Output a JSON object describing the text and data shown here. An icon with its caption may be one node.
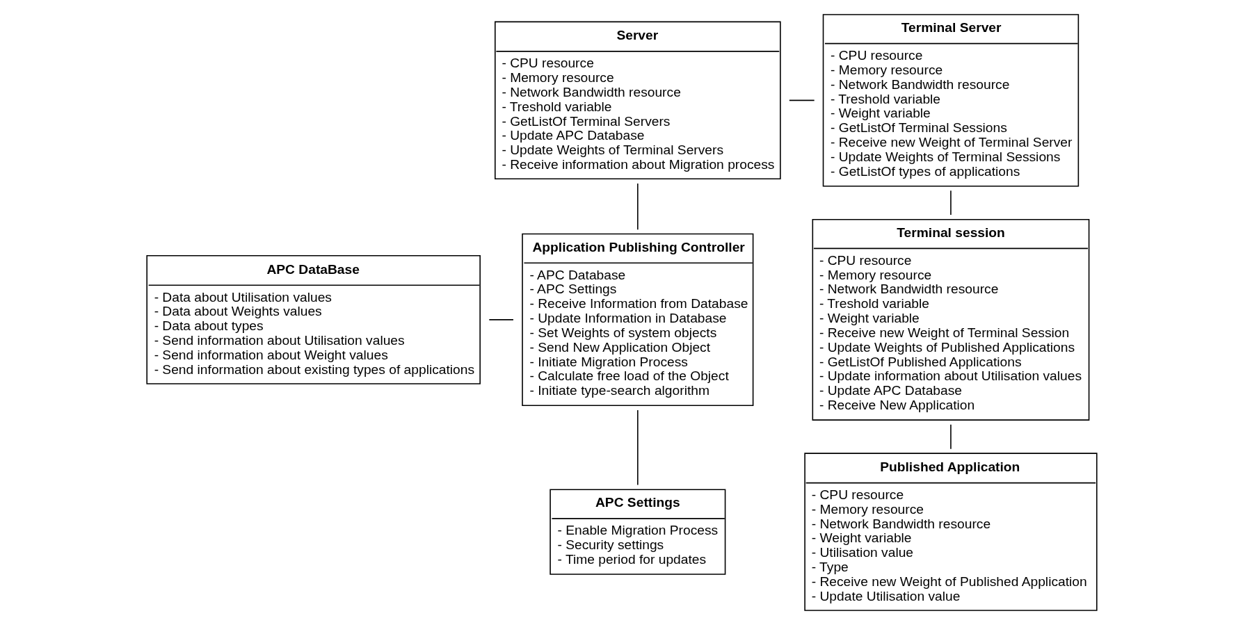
{
  "diagram": {
    "nodes": [
      {
        "text": [
          "Server",
          "- CPU resource",
          "- Memory resource",
          "- Network Bandwidth resource",
          "- Treshold variable",
          "- GetListOf Terminal Servers",
          "- Update APC Database",
          "- Update Weights of Terminal Servers",
          "- Receive information about Migration process"
        ]
      },
      {
        "text": [
          "Terminal Server",
          "- CPU resource",
          "- Memory resource",
          "- Network Bandwidth resource",
          "- Treshold variable",
          "- Weight variable",
          "- GetListOf Terminal Sessions",
          "- Receive new Weight of Terminal Server",
          "- Update Weights of Terminal Sessions",
          "- GetListOf types of applications"
        ]
      },
      {
        "text": [
          "APC DataBase",
          "- Data about Utilisation values",
          "- Data about Weights values",
          "- Data about types",
          "- Send information about Utilisation values",
          "- Send information about Weight values",
          "- Send information about existing types of applications"
        ]
      },
      {
        "text": [
          "Application Publishing Controller",
          "- APC Database",
          "- APC Settings",
          "- Receive Information from Database",
          "- Update Information in Database",
          "- Set Weights of system objects",
          "- Send New Application Object",
          "- Initiate Migration Process",
          "- Calculate free load of the Object",
          "- Initiate type-search algorithm"
        ]
      },
      {
        "text": [
          "Terminal session",
          "- CPU resource",
          "- Memory resource",
          "- Network Bandwidth resource",
          "- Treshold variable",
          "- Weight variable",
          "- Receive new Weight of Terminal Session",
          "- Update Weights of Published Applications",
          "- GetListOf Published Applications",
          "- Update information about Utilisation values",
          "- Update APC Database",
          "- Receive New Application"
        ]
      },
      {
        "text": [
          "APC Settings",
          "- Enable Migration Process",
          "- Security settings",
          "- Time period for updates"
        ]
      },
      {
        "text": [
          "Published Application",
          "- CPU resource",
          "- Memory resource",
          "- Network Bandwidth resource",
          "- Weight variable",
          "- Utilisation value",
          "- Type",
          "- Receive new Weight of Published Application",
          "- Update Utilisation value"
        ]
      }
    ],
    "edges": [
      {
        "from": 0,
        "to": 1,
        "arrow": "none"
      },
      {
        "from": 0,
        "to": 3,
        "arrow": "none"
      },
      {
        "from": 2,
        "to": 3,
        "arrow": "none"
      },
      {
        "from": 3,
        "to": 5,
        "arrow": "none"
      },
      {
        "from": 1,
        "to": 4,
        "arrow": "none"
      },
      {
        "from": 4,
        "to": 6,
        "arrow": "none"
      }
    ]
  }
}
